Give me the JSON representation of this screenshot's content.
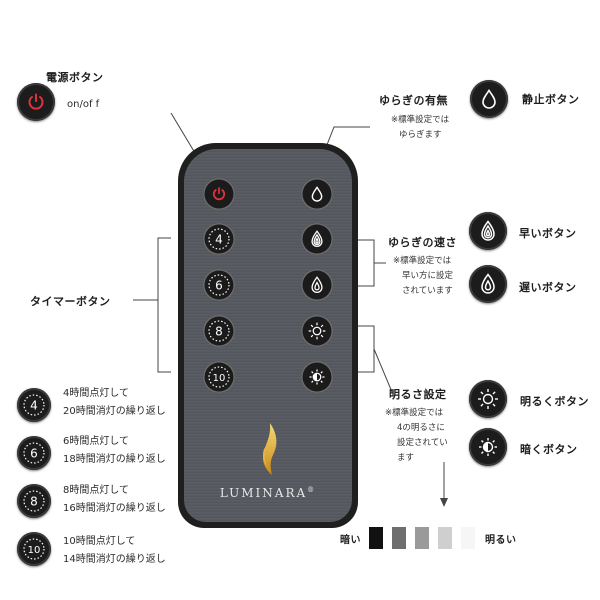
{
  "power": {
    "title": "電源ボタン",
    "sub": "on/of f"
  },
  "flicker_toggle": {
    "title": "ゆらぎの有無",
    "note1": "※標準設定では",
    "note2": "ゆらぎます"
  },
  "still_button": {
    "label": "静止ボタン"
  },
  "flicker_speed": {
    "title": "ゆらぎの速さ",
    "note1": "※標準設定では",
    "note2": "早い方に設定",
    "note3": "されています"
  },
  "fast_button": {
    "label": "早いボタン"
  },
  "slow_button": {
    "label": "遅いボタン"
  },
  "timer": {
    "title": "タイマーボタン"
  },
  "brightness": {
    "title": "明るさ設定",
    "note1": "※標準設定では",
    "note2": "4の明るさに",
    "note3": "設定されてい",
    "note4": "ます"
  },
  "bright_button": {
    "label": "明るくボタン"
  },
  "dark_button": {
    "label": "暗くボタン"
  },
  "remote": {
    "brand": "LUMINARA",
    "reg": "®"
  },
  "timers": [
    {
      "num": "4",
      "line1": "4時間点灯して",
      "line2": "20時間消灯の繰り返し"
    },
    {
      "num": "6",
      "line1": "6時間点灯して",
      "line2": "18時間消灯の繰り返し"
    },
    {
      "num": "8",
      "line1": "8時間点灯して",
      "line2": "16時間消灯の繰り返し"
    },
    {
      "num": "10",
      "line1": "10時間点灯して",
      "line2": "14時間消灯の繰り返し"
    }
  ],
  "scale": {
    "dark_label": "暗い",
    "bright_label": "明るい",
    "colors": [
      "#111111",
      "#6e6e6e",
      "#9a9a9a",
      "#cfcfcf",
      "#f6f6f6"
    ]
  },
  "colors": {
    "power_red": "#e0323c",
    "button_black": "#1c1c1c",
    "remote_face": "#585c62"
  }
}
